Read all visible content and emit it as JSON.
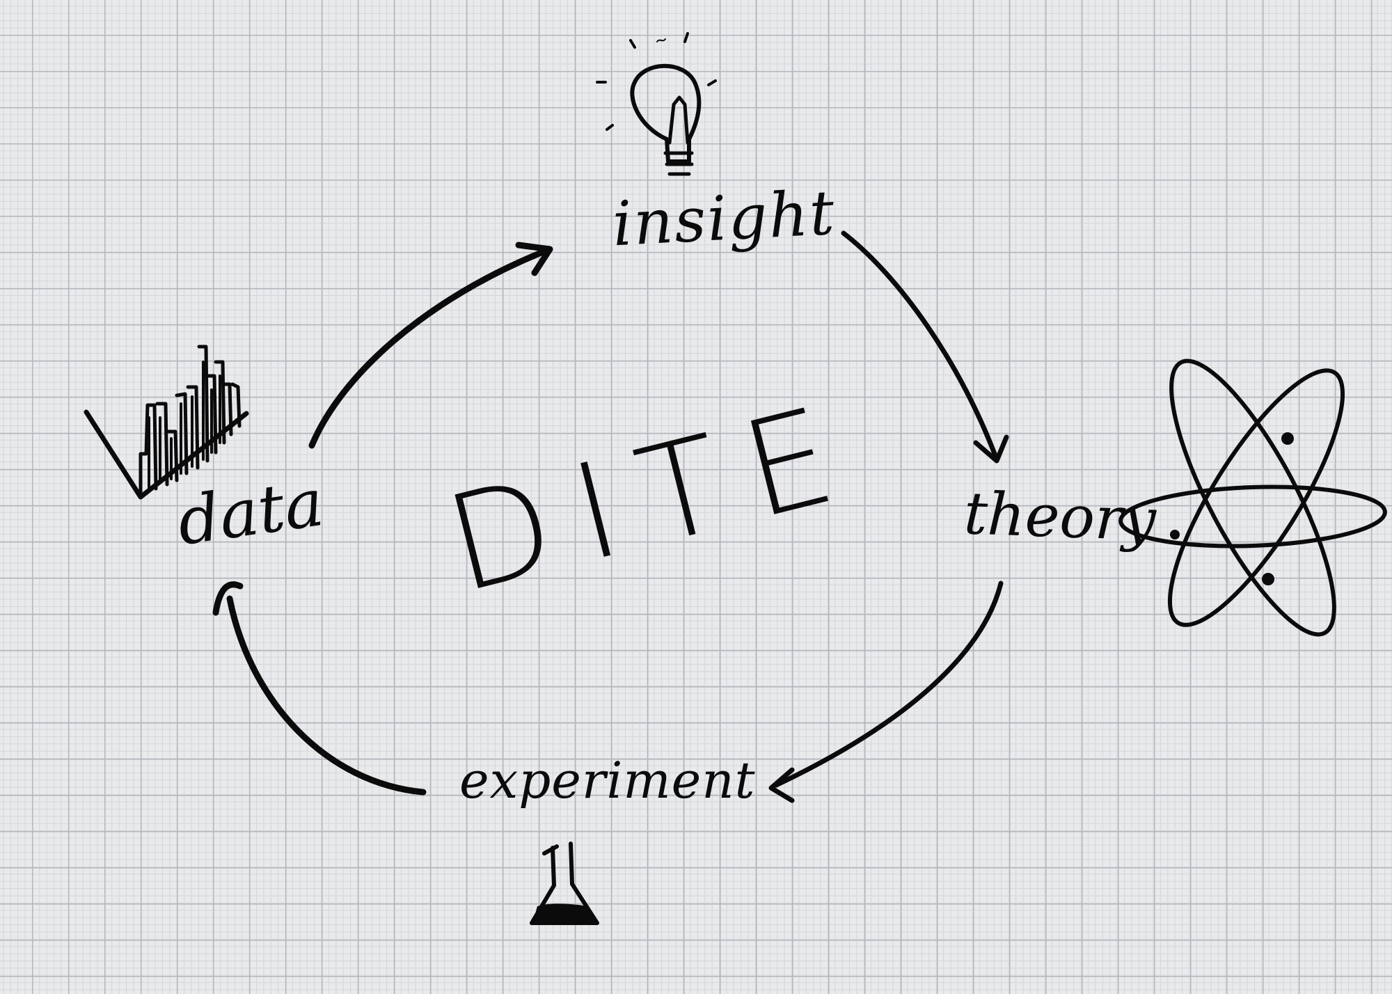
{
  "diagram": {
    "center_title": "DITE",
    "nodes": {
      "insight": {
        "label": "insight",
        "icon": "lightbulb-icon"
      },
      "theory": {
        "label": "theory",
        "icon": "atom-icon"
      },
      "experiment": {
        "label": "experiment",
        "icon": "flask-icon"
      },
      "data": {
        "label": "data",
        "icon": "bar-chart-icon"
      }
    },
    "edges": [
      {
        "from": "data",
        "to": "insight"
      },
      {
        "from": "insight",
        "to": "theory"
      },
      {
        "from": "theory",
        "to": "experiment"
      },
      {
        "from": "experiment",
        "to": "data"
      }
    ],
    "colors": {
      "ink": "#0b0b0c",
      "paper": "#e9eaec",
      "grid": "#b4b6bd"
    }
  }
}
